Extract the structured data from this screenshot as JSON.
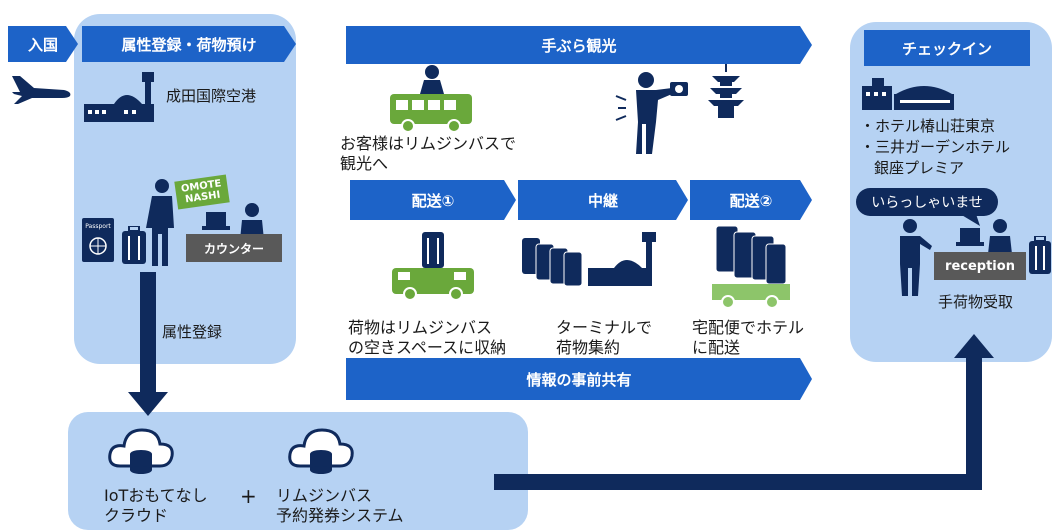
{
  "banners": {
    "arrival": "入国",
    "registration": "属性登録・荷物預け",
    "sightseeing": "手ぶら観光",
    "delivery1": "配送①",
    "relay": "中継",
    "delivery2": "配送②",
    "info_sharing": "情報の事前共有",
    "checkin": "チェックイン"
  },
  "registration_panel": {
    "airport": "成田国際空港",
    "sign_text": "OMOTE NASHI",
    "passport_text": "Passport",
    "counter": "カウンター",
    "attr_registration": "属性登録"
  },
  "sightseeing": {
    "caption_line1": "お客様はリムジンバスで",
    "caption_line2": "観光へ"
  },
  "delivery": {
    "bus_caption_line1": "荷物はリムジンバス",
    "bus_caption_line2": "の空きスペースに収納",
    "terminal_caption_line1": "ターミナルで",
    "terminal_caption_line2": "荷物集約",
    "courier_caption_line1": "宅配便でホテル",
    "courier_caption_line2": "に配送"
  },
  "checkin_panel": {
    "hotel1": "・ホテル椿山荘東京",
    "hotel2": "・三井ガーデンホテル",
    "hotel2b": "銀座プレミア",
    "greeting": "いらっしゃいませ",
    "reception": "reception",
    "receive": "手荷物受取"
  },
  "cloud_panel": {
    "iot_line1": "IoTおもてなし",
    "iot_line2": "クラウド",
    "plus": "+",
    "limo_line1": "リムジンバス",
    "limo_line2": "予約発券システム"
  },
  "colors": {
    "banner": "#1d63c8",
    "panel": "#b6d2f3",
    "dark": "#0f2a5c",
    "green": "#6aa83b"
  }
}
